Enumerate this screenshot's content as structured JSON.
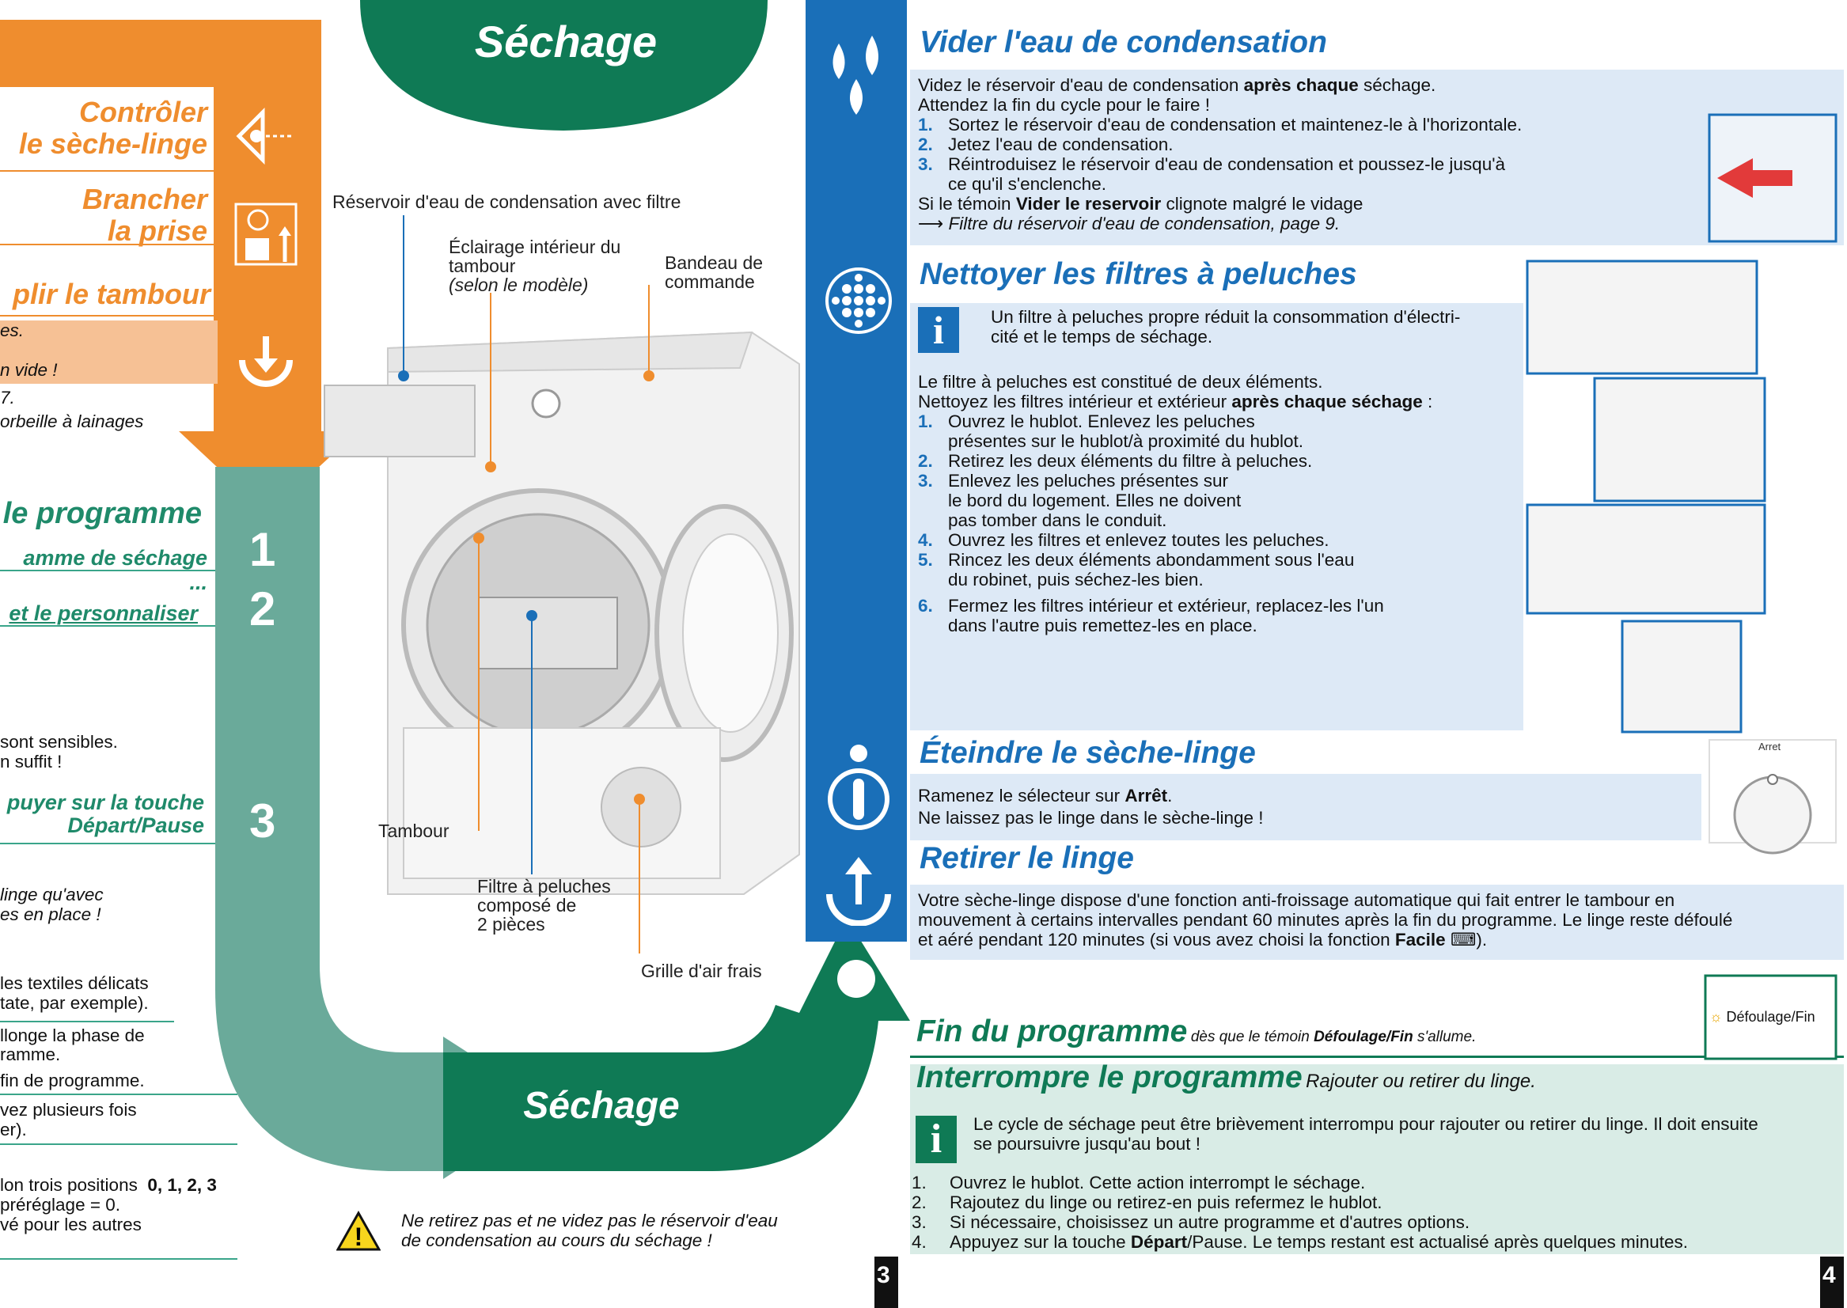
{
  "left": {
    "steps": [
      {
        "title_l1": "Contrôler",
        "title_l2": "le sèche-linge"
      },
      {
        "title_l1": "Brancher",
        "title_l2": "la prise"
      },
      {
        "title_l1": "plir le tambour"
      }
    ],
    "frag1": "es.",
    "frag2": "n vide !",
    "frag3": "7.",
    "frag4": "orbeille à lainages",
    "prog_title": "le programme",
    "prog_sub1": "amme de séchage ...",
    "prog_sub2": "et le personnaliser",
    "num1": "1",
    "num2": "2",
    "num3": "3",
    "frag5": "sont sensibles.",
    "frag6": "n suffit !",
    "press_l1": "puyer sur la touche",
    "press_l2": "Départ/Pause",
    "frag7": "linge qu'avec",
    "frag8": "es en place !",
    "frag9": "les textiles délicats",
    "frag10": "tate, par exemple).",
    "frag11": "llonge la phase de",
    "frag12": "ramme.",
    "frag13": "fin de programme.",
    "frag14": "vez plusieurs fois",
    "frag15": "er).",
    "frag16": "lon trois positions",
    "frag16b": "0, 1, 2, 3",
    "frag17": "préréglage = 0.",
    "frag18": "vé pour les autres"
  },
  "center": {
    "top_title": "Séchage",
    "bottom_title": "Séchage",
    "labels": {
      "reservoir": "Réservoir d'eau de condensation avec filtre",
      "eclairage_l1": "Éclairage intérieur du",
      "eclairage_l2": "tambour",
      "eclairage_l3": "(selon le modèle)",
      "bandeau_l1": "Bandeau de",
      "bandeau_l2": "commande",
      "tambour": "Tambour",
      "filtre_l1": "Filtre à peluches",
      "filtre_l2": "composé de",
      "filtre_l3": "2 pièces",
      "grille": "Grille d'air frais"
    },
    "warning_l1": "Ne retirez pas et ne videz pas le réservoir d'eau",
    "warning_l2": "de condensation au cours du séchage !",
    "page_left": "3"
  },
  "right": {
    "vider": {
      "title": "Vider l'eau de condensation",
      "l1a": "Videz le réservoir d'eau de condensation ",
      "l1b": "après chaque",
      "l1c": " séchage.",
      "l2": "Attendez la fin du cycle pour le faire !",
      "items": [
        "Sortez le réservoir d'eau de condensation et maintenez-le à l'horizontale.",
        "Jetez l'eau de condensation.",
        "Réintroduisez le réservoir d'eau de condensation et poussez-le jusqu'à"
      ],
      "item3b": "ce qu'il s'enclenche.",
      "l3a": "Si le témoin ",
      "l3b": "Vider le reservoir",
      "l3c": " clignote malgré le vidage",
      "l4": "⟶ Filtre du réservoir d'eau de condensation, page 9."
    },
    "nettoyer": {
      "title": "Nettoyer les filtres à peluches",
      "info_l1": "Un filtre à peluches propre réduit la consommation d'électri-",
      "info_l2": "cité et le temps de séchage.",
      "p1": "Le filtre à peluches est constitué de deux éléments.",
      "p2a": "Nettoyez les filtres intérieur et extérieur ",
      "p2b": "après chaque séchage",
      "p2c": " :",
      "s1a": "Ouvrez le hublot. Enlevez les peluches",
      "s1b": "présentes sur le hublot/à proximité du hublot.",
      "s2": "Retirez les deux éléments du filtre à peluches.",
      "s3a": "Enlevez les peluches présentes sur",
      "s3b": "le bord du logement. Elles ne doivent",
      "s3c": "pas tomber dans le conduit.",
      "s4": "Ouvrez les filtres et enlevez toutes les peluches.",
      "s5a": "Rincez les deux éléments abondamment sous l'eau",
      "s5b": "du robinet, puis séchez-les bien.",
      "s6a": "Fermez les filtres intérieur et extérieur, replacez-les l'un",
      "s6b": "dans l'autre puis remettez-les en place."
    },
    "eteindre": {
      "title": "Éteindre le sèche-linge",
      "l1a": "Ramenez le sélecteur sur ",
      "l1b": "Arrêt",
      "l1c": ".",
      "l2": "Ne laissez pas le linge dans le sèche-linge !",
      "knob_label": "Arret"
    },
    "retirer": {
      "title": "Retirer le linge",
      "l1": "Votre sèche-linge dispose d'une fonction anti-froissage automatique qui fait entrer le tambour en",
      "l2": "mouvement à certains intervalles pendant 60 minutes après la fin du programme. Le linge reste défoulé",
      "l3a": "et aéré pendant 120 minutes (si vous avez choisi la fonction ",
      "l3b": "Facile",
      "l3c": " ⌨)."
    },
    "fin": {
      "title": "Fin du programme",
      "sub_a": "dès que le témoin ",
      "sub_b": "Défoulage/Fin",
      "sub_c": " s'allume.",
      "badge": "Défoulage/Fin"
    },
    "interrompre": {
      "title": "Interrompre le programme",
      "sub": "Rajouter ou retirer du linge.",
      "info_l1": "Le cycle de séchage peut être brièvement interrompu pour rajouter ou retirer du linge. Il doit ensuite",
      "info_l2": "se poursuivre jusqu'au bout !",
      "items": [
        "Ouvrez le hublot. Cette action interrompt le séchage.",
        "Rajoutez du linge ou retirez-en puis refermez le hublot.",
        "Si nécessaire, choisissez un autre programme et d'autres options."
      ],
      "i4a": "Appuyez sur la touche ",
      "i4b": "Départ",
      "i4c": "/Pause. Le temps restant est actualisé après quelques minutes."
    },
    "page_right": "4"
  },
  "colors": {
    "orange": "#ef8d2e",
    "teal": "#6aaa9a",
    "green": "#0f7a55",
    "blue": "#1a6fb8",
    "panel": "#dde9f6"
  }
}
